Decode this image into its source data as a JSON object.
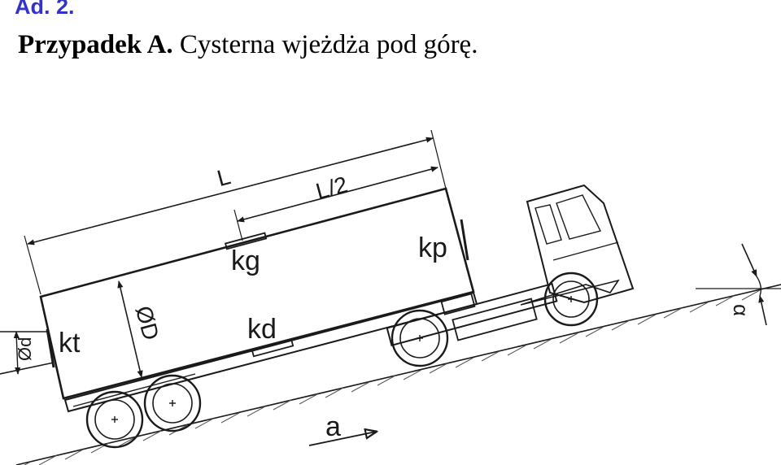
{
  "heading": {
    "ad": "Ad. 2.",
    "case_prefix": "Przypadek A.",
    "case_text": "Cysterna wjeżdża pod górę."
  },
  "labels": {
    "L": "L",
    "L_half": "L/2",
    "kg": "kg",
    "kp": "kp",
    "kd": "kd",
    "kt": "kt",
    "D": "ØD",
    "d": "Ød",
    "a": "a",
    "alpha": "α"
  },
  "colors": {
    "heading_ad": "#3333cc",
    "line": "#1a1a1a",
    "hatch": "#555555"
  }
}
